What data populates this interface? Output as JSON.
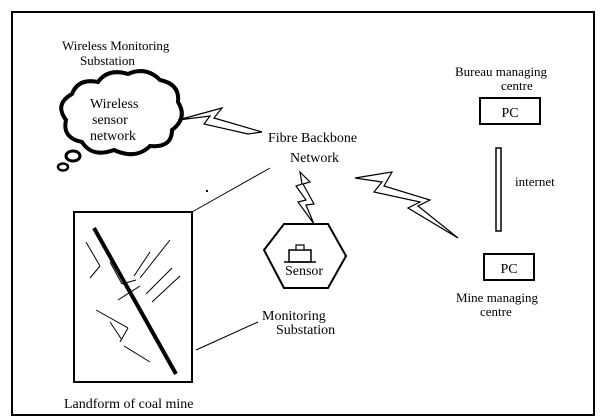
{
  "diagram": {
    "wireless_monitoring_substation": [
      "Wireless Monitoring",
      "Substation"
    ],
    "wireless_sensor_network": [
      "Wireless",
      "sensor",
      "network"
    ],
    "fibre_backbone_network": [
      "Fibre Backbone",
      "Network"
    ],
    "bureau_managing_centre": [
      "Bureau managing",
      "centre"
    ],
    "pc_label_top": "PC",
    "internet_label": "internet",
    "pc_label_bottom": "PC",
    "mine_managing_centre": [
      "Mine managing",
      "centre"
    ],
    "sensor_label": "Sensor",
    "monitoring_substation": [
      "Monitoring",
      "Substation"
    ],
    "landform_caption": "Landform of coal mine"
  }
}
